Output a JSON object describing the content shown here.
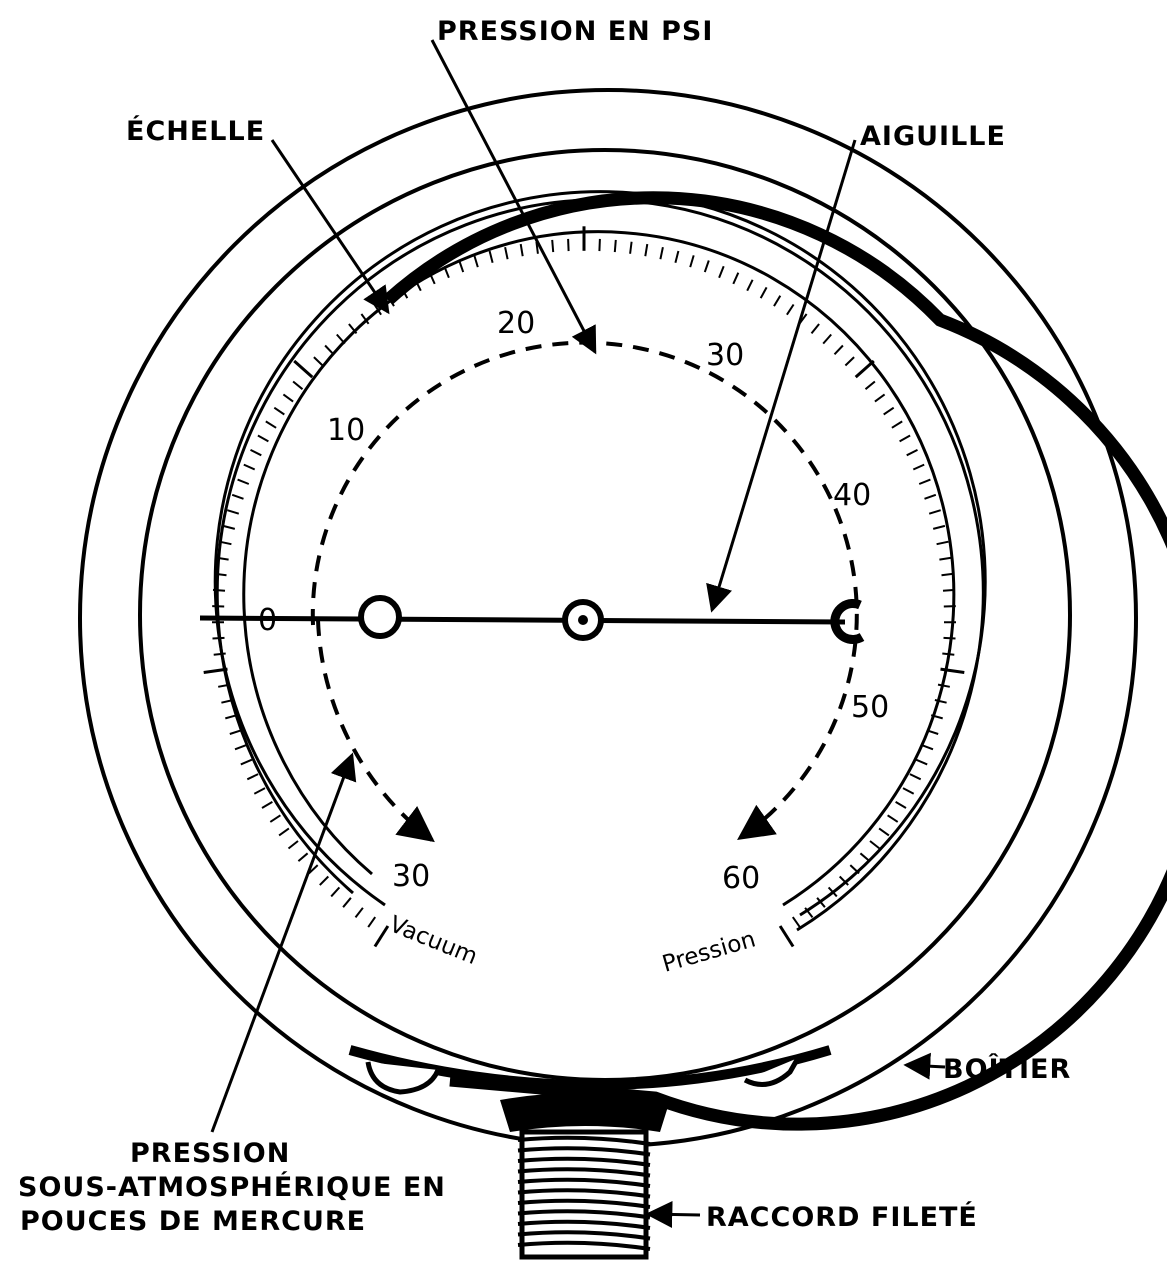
{
  "callouts": {
    "pression_psi": "PRESSION EN PSI",
    "echelle": "ÉCHELLE",
    "aiguille": "AIGUILLE",
    "boitier": "BOÎTIER",
    "raccord": "RACCORD FILETÉ",
    "sous_atm_line1": "PRESSION",
    "sous_atm_line2": "SOUS-ATMOSPHÉRIQUE EN",
    "sous_atm_line3": "POUCES DE MERCURE"
  },
  "scale": {
    "labels": [
      "0",
      "10",
      "20",
      "30",
      "40",
      "50",
      "60",
      "30"
    ],
    "vacuum_label": "Vacuum",
    "pressure_label": "Pression"
  },
  "colors": {
    "ink": "#000000",
    "paper": "#ffffff"
  }
}
